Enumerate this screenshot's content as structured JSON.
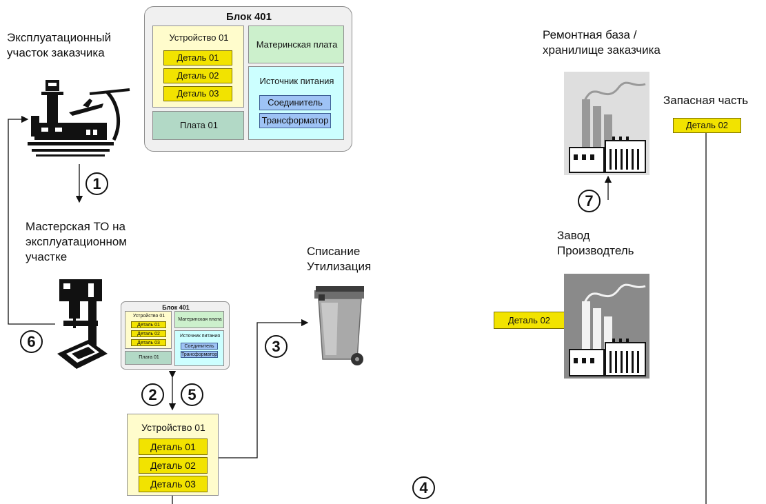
{
  "locations": {
    "customer_site": "Эксплуатационный участок заказчика",
    "workshop": "Мастерская ТО на эксплуатационном участке",
    "disposal": "Списание Утилизация",
    "repair_base": "Ремонтная база / хранилище заказчика",
    "manufacturer": "Завод Производтель",
    "spare_part": "Запасная часть"
  },
  "block": {
    "title": "Блок 401",
    "device": "Устройство 01",
    "parts": [
      "Деталь 01",
      "Деталь 02",
      "Деталь 03"
    ],
    "motherboard": "Материнская плата",
    "psu": "Источник питания",
    "connector": "Соединитель",
    "transformer": "Трансформатор",
    "board": "Плата 01"
  },
  "small_block": {
    "title": "Блок 401",
    "device": "Устройство 01",
    "parts": [
      "Деталь 01",
      "Деталь 02",
      "Деталь 03"
    ],
    "motherboard": "Материнская плата",
    "psu": "Источник питания",
    "connector": "Соединитель",
    "transformer": "Трансформатор",
    "board": "Плата 01"
  },
  "device_box": {
    "title": "Устройство 01",
    "parts": [
      "Деталь 01",
      "Деталь 02",
      "Деталь 03"
    ]
  },
  "spare_part_tag": "Деталь 02",
  "manufacturer_part_tag": "Деталь 02",
  "steps": [
    "1",
    "2",
    "5",
    "3",
    "4",
    "6",
    "7"
  ],
  "icons": {
    "customer_site": "airport-tower-icon",
    "workshop": "drill-press-icon",
    "disposal": "trash-bin-icon",
    "repair_base": "factory-icon",
    "manufacturer": "factory-icon"
  }
}
